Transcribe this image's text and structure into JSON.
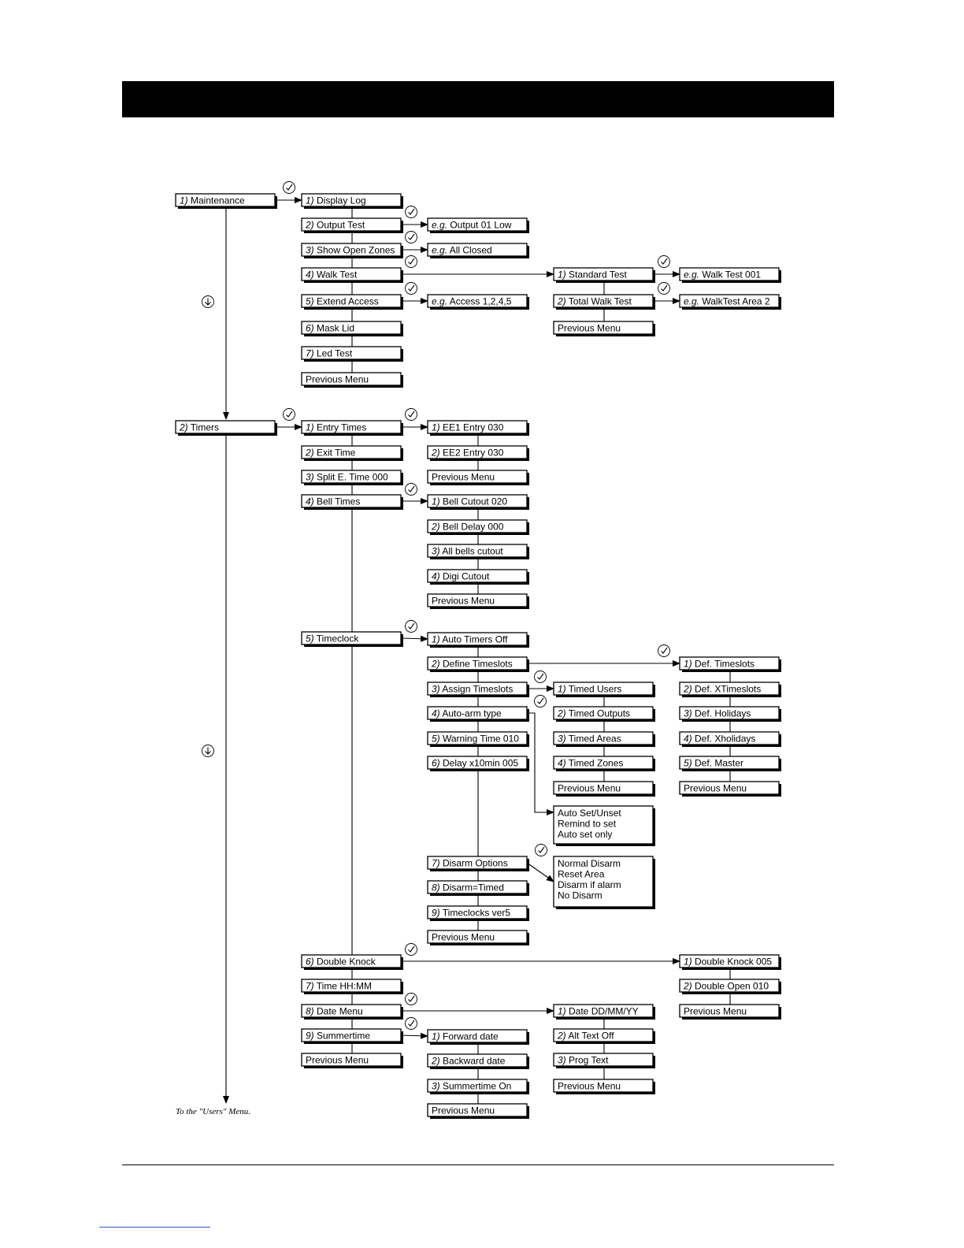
{
  "icons": {
    "check": "check-circle-icon",
    "down_arrow": "down-arrow-circle-icon"
  },
  "boxes": [
    {
      "id": "maintenance",
      "text": "1) Maintenance"
    },
    {
      "id": "m-display-log",
      "text": "1) Display Log"
    },
    {
      "id": "m-output-test",
      "text": "2) Output Test"
    },
    {
      "id": "m-show-open-zones",
      "text": "3) Show Open Zones"
    },
    {
      "id": "m-walk-test",
      "text": "4) Walk Test"
    },
    {
      "id": "m-extend-access",
      "text": "5) Extend Access"
    },
    {
      "id": "m-mask-lid",
      "text": "6) Mask Lid"
    },
    {
      "id": "m-led-test",
      "text": "7) Led Test"
    },
    {
      "id": "m-previous-menu",
      "text": "Previous Menu"
    },
    {
      "id": "eg-output-01-low",
      "text": "e.g. Output 01 Low"
    },
    {
      "id": "eg-all-closed",
      "text": "e.g.  All Closed"
    },
    {
      "id": "eg-access-1245",
      "text": "e.g. Access 1,2,4,5"
    },
    {
      "id": "wt-standard-test",
      "text": "1) Standard Test"
    },
    {
      "id": "wt-total-walk-test",
      "text": "2) Total Walk Test"
    },
    {
      "id": "wt-previous-menu",
      "text": "Previous Menu"
    },
    {
      "id": "eg-walk-test-001",
      "text": "e.g. Walk Test 001"
    },
    {
      "id": "eg-walktest-area-2",
      "text": "e.g. WalkTest Area 2"
    },
    {
      "id": "timers",
      "text": "2) Timers"
    },
    {
      "id": "t-entry-times",
      "text": "1) Entry Times"
    },
    {
      "id": "t-exit-time",
      "text": "2) Exit Time"
    },
    {
      "id": "t-split-e-time",
      "text": "3) Split E. Time 000"
    },
    {
      "id": "t-bell-times",
      "text": "4) Bell Times"
    },
    {
      "id": "t-timeclock",
      "text": "5) Timeclock"
    },
    {
      "id": "t-double-knock",
      "text": "6) Double Knock"
    },
    {
      "id": "t-time-hhmm",
      "text": "7) Time  HH:MM"
    },
    {
      "id": "t-date-menu",
      "text": "8) Date Menu"
    },
    {
      "id": "t-summertime",
      "text": "9) Summertime"
    },
    {
      "id": "t-previous-menu",
      "text": "Previous Menu"
    },
    {
      "id": "e-ee1-entry",
      "text": "1) EE1 Entry 030"
    },
    {
      "id": "e-ee2-entry",
      "text": "2) EE2 Entry 030"
    },
    {
      "id": "e-previous-menu",
      "text": "Previous Menu"
    },
    {
      "id": "b-bell-cutout",
      "text": "1) Bell Cutout 020"
    },
    {
      "id": "b-bell-delay",
      "text": "2) Bell Delay 000"
    },
    {
      "id": "b-all-bells-cutout",
      "text": "3) All bells cutout"
    },
    {
      "id": "b-digi-cutout",
      "text": "4) Digi Cutout"
    },
    {
      "id": "b-previous-menu",
      "text": "Previous Menu"
    },
    {
      "id": "c-auto-timers-off",
      "text": "1) Auto Timers Off"
    },
    {
      "id": "c-define-timeslots",
      "text": "2) Define Timeslots"
    },
    {
      "id": "c-assign-timeslots",
      "text": "3) Assign Timeslots"
    },
    {
      "id": "c-auto-arm-type",
      "text": "4) Auto-arm type"
    },
    {
      "id": "c-warning-time",
      "text": "5) Warning Time 010"
    },
    {
      "id": "c-delay-x10min",
      "text": "6) Delay x10min 005"
    },
    {
      "id": "c-disarm-options",
      "text": "7) Disarm Options"
    },
    {
      "id": "c-disarm-timed",
      "text": "8) Disarm=Timed"
    },
    {
      "id": "c-timeclocks-ver",
      "text": "9) Timeclocks ver5"
    },
    {
      "id": "c-previous-menu",
      "text": "Previous Menu"
    },
    {
      "id": "a-timed-users",
      "text": "1) Timed Users"
    },
    {
      "id": "a-timed-outputs",
      "text": "2) Timed Outputs"
    },
    {
      "id": "a-timed-areas",
      "text": "3) Timed Areas"
    },
    {
      "id": "a-timed-zones",
      "text": "4) Timed Zones"
    },
    {
      "id": "a-previous-menu",
      "text": "Previous Menu"
    },
    {
      "id": "auto-arm-options",
      "lines": [
        "Auto Set/Unset",
        "Remind to set",
        "Auto set only"
      ]
    },
    {
      "id": "disarm-options-list",
      "lines": [
        "Normal Disarm",
        "Reset Area",
        "Disarm if alarm",
        "No Disarm"
      ]
    },
    {
      "id": "d-def-timeslots",
      "text": "1) Def. Timeslots"
    },
    {
      "id": "d-def-xtimeslots",
      "text": "2) Def. XTimeslots"
    },
    {
      "id": "d-def-holidays",
      "text": "3) Def. Holidays"
    },
    {
      "id": "d-def-xholidays",
      "text": "4) Def. Xholidays"
    },
    {
      "id": "d-def-master",
      "text": "5) Def. Master"
    },
    {
      "id": "d-previous-menu",
      "text": "Previous Menu"
    },
    {
      "id": "k-double-knock",
      "text": "1) Double Knock 005"
    },
    {
      "id": "k-double-open",
      "text": "2) Double Open 010"
    },
    {
      "id": "k-previous-menu",
      "text": "Previous Menu"
    },
    {
      "id": "dt-date",
      "text": "1) Date DD/MM/YY"
    },
    {
      "id": "dt-alt-text-off",
      "text": "2) Alt Text Off"
    },
    {
      "id": "dt-prog-text",
      "text": "3) Prog Text"
    },
    {
      "id": "dt-previous-menu",
      "text": "Previous Menu"
    },
    {
      "id": "s-forward-date",
      "text": "1) Forward date"
    },
    {
      "id": "s-backward-date",
      "text": "2) Backward date"
    },
    {
      "id": "s-summertime-on",
      "text": "3) Summertime On"
    },
    {
      "id": "s-previous-menu",
      "text": "Previous Menu"
    }
  ],
  "footnote": "To the \"Users\" Menu."
}
